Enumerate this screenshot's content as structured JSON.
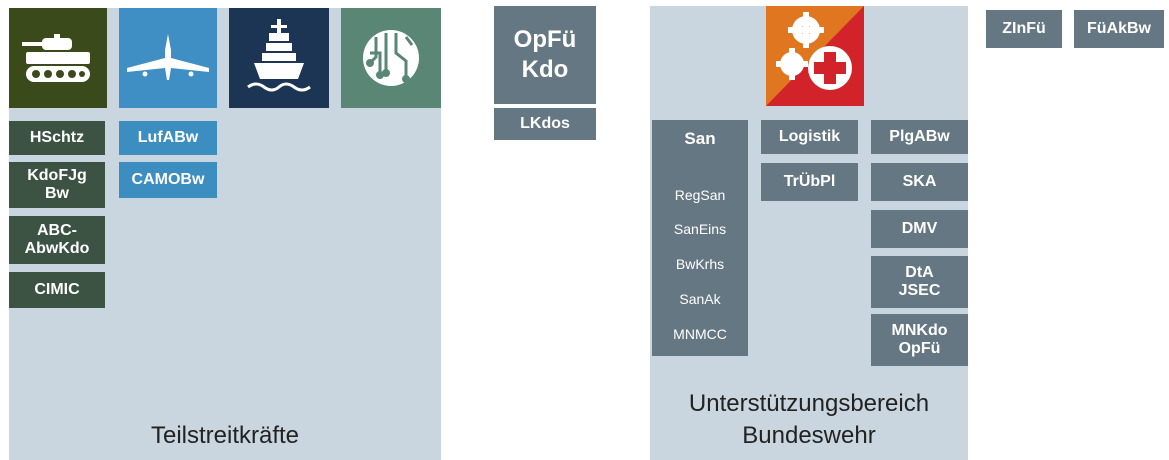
{
  "teilstreitkraefte": {
    "caption": "Teilstreitkräfte",
    "icons": [
      {
        "name": "tank-icon",
        "color": "#3b4a1a"
      },
      {
        "name": "jet-icon",
        "color": "#3f8ec4"
      },
      {
        "name": "ship-icon",
        "color": "#1c3555"
      },
      {
        "name": "cyber-icon",
        "color": "#5a8676"
      }
    ],
    "army_units": [
      "HSchtz",
      "KdoFJg\nBw",
      "ABC-\nAbwKdo",
      "CIMIC"
    ],
    "air_units": [
      "LufABw",
      "CAMOBw"
    ]
  },
  "opfue": {
    "title": "OpFü\nKdo",
    "sub": "LKdos"
  },
  "unterstuetzung": {
    "caption": "Unterstützungsbereich\nBundeswehr",
    "san": {
      "label": "San",
      "items": [
        "RegSan",
        "SanEins",
        "BwKrhs",
        "SanAk",
        "MNMCC"
      ]
    },
    "logistik": "Logistik",
    "truebpl": "TrÜbPl",
    "right_units": [
      "PlgABw",
      "SKA",
      "DMV",
      "DtA\nJSEC",
      "MNKdo\nOpFü"
    ],
    "logo_colors": {
      "orange": "#e0761f",
      "red": "#d3232a"
    }
  },
  "top_right": [
    "ZInFü",
    "FüAkBw"
  ]
}
